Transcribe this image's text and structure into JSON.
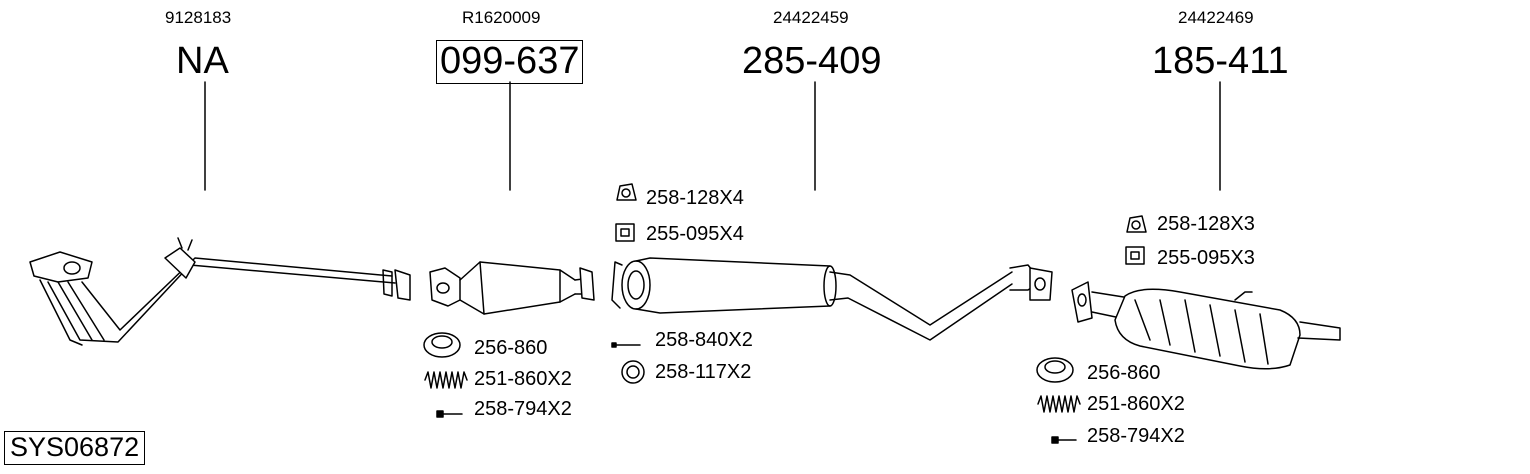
{
  "system_code": "SYS06872",
  "sections": [
    {
      "oem_number": "9128183",
      "part_number": "NA",
      "boxed": false
    },
    {
      "oem_number": "R1620009",
      "part_number": "099-637",
      "boxed": true
    },
    {
      "oem_number": "24422459",
      "part_number": "285-409",
      "boxed": false
    },
    {
      "oem_number": "24422469",
      "part_number": "185-411",
      "boxed": false
    }
  ],
  "accessories": {
    "catalyst": [
      {
        "label": "256-860",
        "icon": "gasket-ring-icon"
      },
      {
        "label": "251-860X2",
        "icon": "spring-icon"
      },
      {
        "label": "258-794X2",
        "icon": "bolt-icon"
      }
    ],
    "middle_top": [
      {
        "label": "258-128X4",
        "icon": "rubber-hanger-icon"
      },
      {
        "label": "255-095X4",
        "icon": "clamp-bracket-icon"
      }
    ],
    "middle_bottom": [
      {
        "label": "258-840X2",
        "icon": "bolt-icon"
      },
      {
        "label": "258-117X2",
        "icon": "ring-gasket-icon"
      }
    ],
    "rear_top": [
      {
        "label": "258-128X3",
        "icon": "rubber-hanger-icon"
      },
      {
        "label": "255-095X3",
        "icon": "clamp-bracket-icon"
      }
    ],
    "rear_bottom": [
      {
        "label": "256-860",
        "icon": "gasket-ring-icon"
      },
      {
        "label": "251-860X2",
        "icon": "spring-icon"
      },
      {
        "label": "258-794X2",
        "icon": "bolt-icon"
      }
    ]
  }
}
